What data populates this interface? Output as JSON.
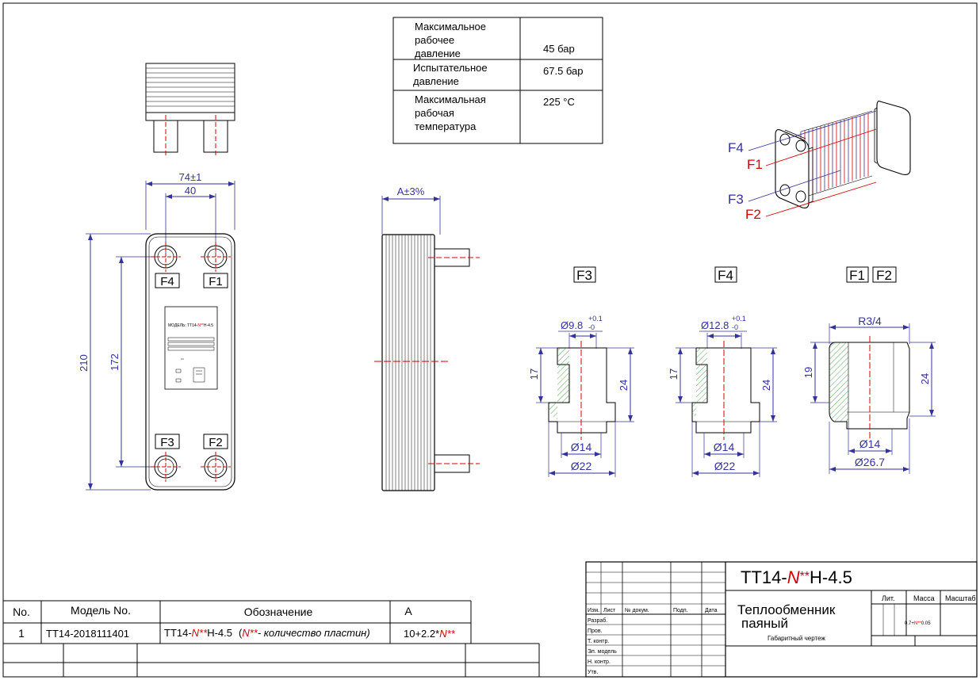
{
  "spec_table": [
    {
      "label": [
        "Максимальное",
        "рабочее",
        "давление"
      ],
      "value": "45 бар"
    },
    {
      "label": [
        "Испытательное",
        "давление"
      ],
      "value": "67.5 бар"
    },
    {
      "label": [
        "Максимальная",
        "рабочая",
        "температура"
      ],
      "value": "225 °С"
    }
  ],
  "front_view": {
    "dim_width": "74±1",
    "dim_port_spacing": "40",
    "dim_height": "210",
    "dim_port_vertical": "172",
    "ports": [
      "F4",
      "F1",
      "F3",
      "F2"
    ],
    "plate_label": {
      "model_prefix": "МОДЕЛЬ: ТТ14-",
      "model_n": "N**",
      "model_suffix": "Н-4.5"
    }
  },
  "side_view": {
    "dim_length": "А±3%"
  },
  "iso_view": {
    "labels": [
      "F4",
      "F1",
      "F3",
      "F2"
    ]
  },
  "sections": [
    {
      "title": "F3",
      "diameter": "Ø9.8",
      "tol_upper": "+0.1",
      "tol_lower": "-0",
      "dim_left": "17",
      "dim_right": "24",
      "dim_inner": "Ø14",
      "dim_outer": "Ø22"
    },
    {
      "title": "F4",
      "diameter": "Ø12.8",
      "tol_upper": "+0.1",
      "tol_lower": "-0",
      "dim_left": "17",
      "dim_right": "24",
      "dim_inner": "Ø14",
      "dim_outer": "Ø22"
    },
    {
      "title_a": "F1",
      "title_b": "F2",
      "thread": "R3/4",
      "dim_left": "19",
      "dim_right": "24",
      "dim_inner": "Ø14",
      "dim_outer": "Ø26.7"
    }
  ],
  "model_table": {
    "headers": [
      "No.",
      "Модель No.",
      "Обозначение",
      "А"
    ],
    "row": {
      "no": "1",
      "model": "ТТ14-2018111401",
      "designation_prefix": "ТТ14-",
      "designation_n": "N**",
      "designation_suffix": "Н-4.5",
      "note_open": "(",
      "note_n": "N**",
      "note_text": "- количество пластин)",
      "a_prefix": "10+2.2*",
      "a_n": "N**"
    }
  },
  "title_block": {
    "code_prefix": "ТТ14-",
    "code_n": "N",
    "code_stars": "**",
    "code_suffix": "Н-4.5",
    "name_line1": "Теплообменник",
    "name_line2": "паяный",
    "subtitle": "Габаритный чертеж",
    "lit_label": "Лит.",
    "mass_label": "Масса",
    "scale_label": "Масштаб",
    "mass_prefix": "0.7+",
    "mass_n": "N**",
    "mass_suffix": "0.05",
    "col_headers": [
      "Изм.",
      "Лист",
      "№ докум.",
      "Подп.",
      "Дата"
    ],
    "rows": [
      "Разраб.",
      "Пров.",
      "Т. контр.",
      "Эл. модель",
      "Н. контр.",
      "Утв."
    ]
  },
  "colors": {
    "line": "#000000",
    "dimension": "#33339a",
    "centerline": "#d40000",
    "hatch": "#2e8b2e"
  }
}
